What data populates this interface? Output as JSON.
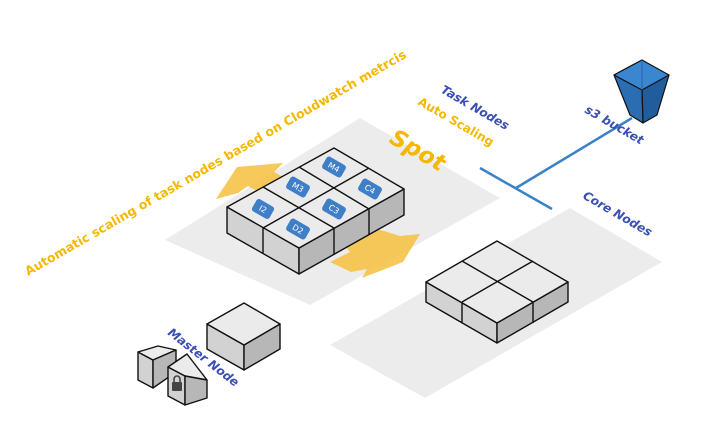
{
  "labels": {
    "automatic_scaling": "Automatic scaling of task nodes based on Cloudwatch metrcis",
    "task_nodes": "Task Nodes",
    "auto_scaling": "Auto Scaling",
    "spot": "Spot",
    "s3_bucket": "s3 bucket",
    "core_nodes": "Core Nodes",
    "master_node": "Master Node"
  },
  "task_instances": [
    "M4",
    "M3",
    "C4",
    "I2",
    "C3",
    "D2"
  ],
  "icons": {
    "bucket": "s3-bucket-icon",
    "lock": "lock-icon",
    "arrows": "scale-arrow-icon"
  },
  "colors": {
    "accent_orange": "#f5b800",
    "label_blue": "#3a4fb4",
    "chip_blue": "#3f7fc8",
    "connector_blue": "#3a82c8",
    "plane_gray": "#ececec"
  }
}
